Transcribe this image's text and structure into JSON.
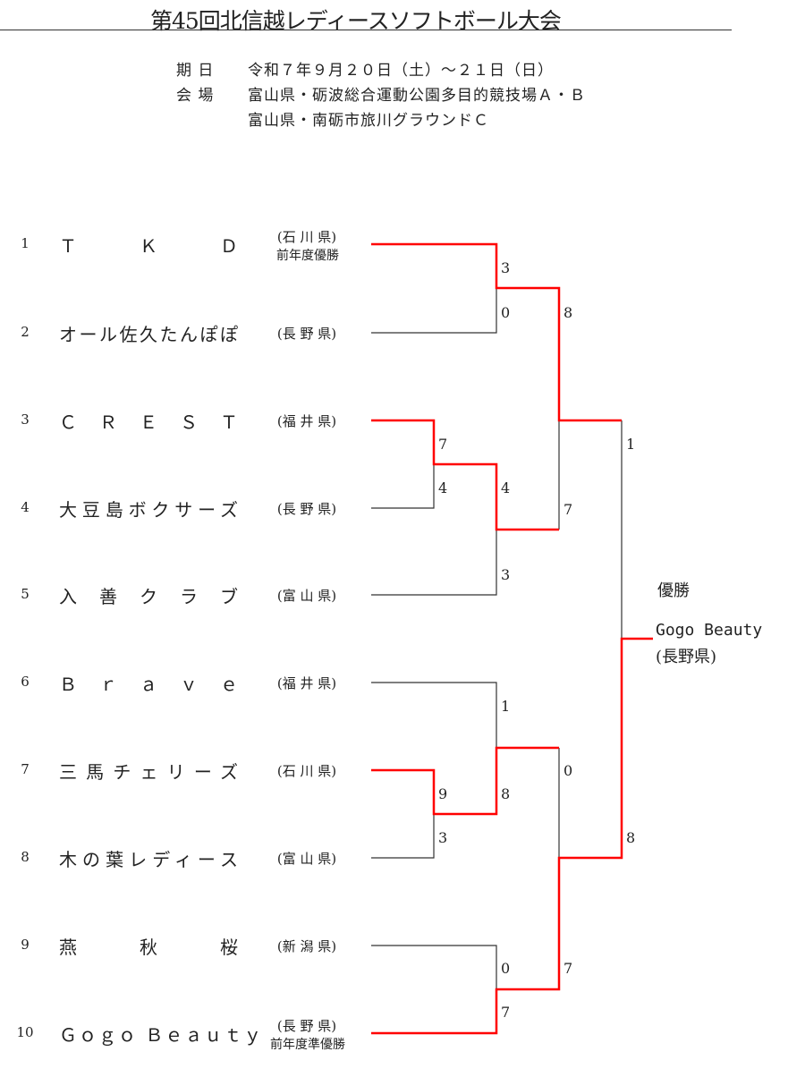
{
  "title": "第45回北信越レディースソフトボール大会",
  "info": {
    "date_label": "期 日",
    "date": "令和７年９月２０日（土）～２１日（日）",
    "venue_label": "会 場",
    "venue1": "富山県・砺波総合運動公園多目的競技場Ａ・Ｂ",
    "venue2": "富山県・南砺市旅川グラウンドＣ"
  },
  "teams": [
    {
      "no": "1",
      "name": "Ｔ　Ｋ　Ｄ",
      "pref": "(石 川 県)",
      "note": "前年度優勝"
    },
    {
      "no": "2",
      "name": "オール佐久たんぽぽ",
      "pref": "(長 野 県)"
    },
    {
      "no": "3",
      "name": "ＣＲＥＳＴ",
      "pref": "(福 井 県)"
    },
    {
      "no": "4",
      "name": "大豆島ボクサーズ",
      "pref": "(長 野 県)"
    },
    {
      "no": "5",
      "name": "入善クラブ",
      "pref": "(富 山 県)"
    },
    {
      "no": "6",
      "name": "Ｂｒａｖｅ",
      "pref": "(福 井 県)"
    },
    {
      "no": "7",
      "name": "三馬チェリーズ",
      "pref": "(石 川 県)"
    },
    {
      "no": "8",
      "name": "木の葉レディース",
      "pref": "(富 山 県)"
    },
    {
      "no": "9",
      "name": "燕秋桜",
      "pref": "(新 潟 県)"
    },
    {
      "no": "10",
      "name": "Ｇｏｇｏ Ｂｅａｕｔｙ",
      "pref": "(長 野 県)",
      "note": "前年度準優勝"
    }
  ],
  "scores": [
    "3",
    "0",
    "8",
    "7",
    "4",
    "4",
    "3",
    "7",
    "1",
    "1",
    "0",
    "9",
    "8",
    "3",
    "8",
    "0",
    "7",
    "7"
  ],
  "champion": {
    "label": "優勝",
    "team": "Gogo Beauty",
    "pref": "(長野県)"
  },
  "colors": {
    "winner_line": "#ff0000",
    "line": "#333333"
  }
}
